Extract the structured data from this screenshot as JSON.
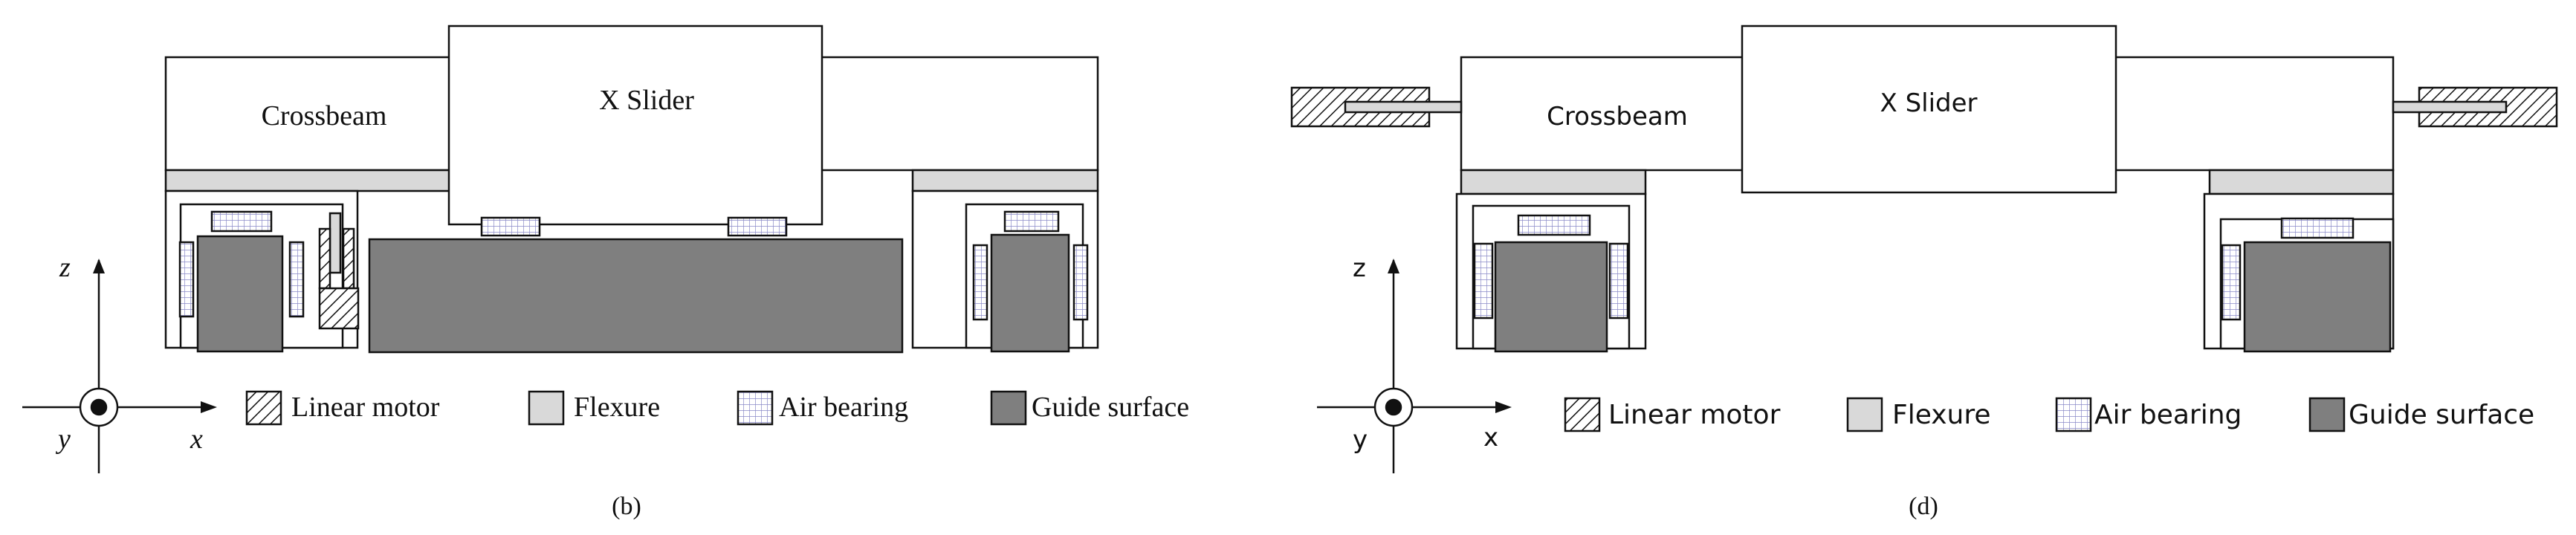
{
  "colors": {
    "stroke": "#111111",
    "flexure": "#d9d9d9",
    "guide": "#7f7f7f",
    "bearing_grid": "#8a8ac8",
    "background": "#ffffff"
  },
  "panels": [
    {
      "caption": "(b)",
      "crossbeam_label": "Crossbeam",
      "slider_label": "X Slider",
      "axes": {
        "z": "z",
        "y": "y",
        "x": "x"
      },
      "legend": [
        {
          "key": "linear_motor",
          "label": "Linear motor"
        },
        {
          "key": "flexure",
          "label": "Flexure"
        },
        {
          "key": "air_bearing",
          "label": "Air bearing"
        },
        {
          "key": "guide_surface",
          "label": "Guide surface"
        }
      ]
    },
    {
      "caption": "(d)",
      "crossbeam_label": "Crossbeam",
      "slider_label": "X Slider",
      "axes": {
        "z": "z",
        "y": "y",
        "x": "x"
      },
      "legend": [
        {
          "key": "linear_motor",
          "label": "Linear motor"
        },
        {
          "key": "flexure",
          "label": "Flexure"
        },
        {
          "key": "air_bearing",
          "label": "Air bearing"
        },
        {
          "key": "guide_surface",
          "label": "Guide surface"
        }
      ]
    }
  ]
}
